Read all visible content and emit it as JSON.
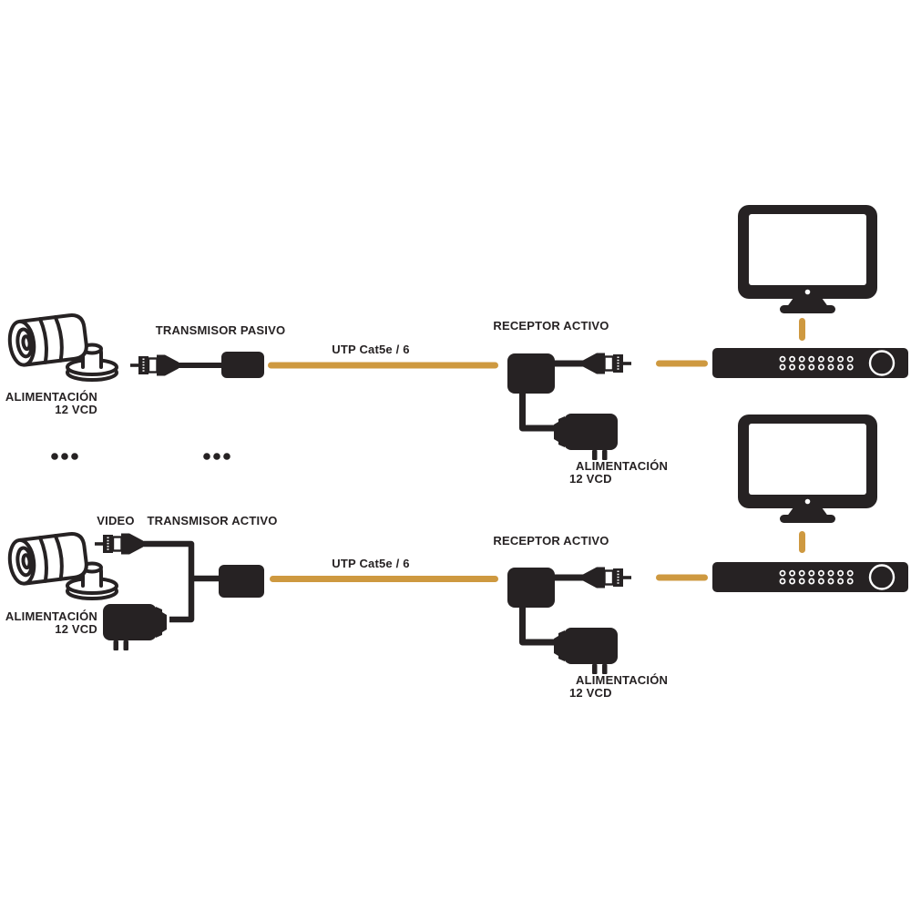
{
  "colors": {
    "ink": "#262223",
    "cable_orange": "#CE9940",
    "background": "#FFFFFF",
    "screen_white": "#FFFFFF"
  },
  "rows": {
    "row1": {
      "camera_power_line1": "ALIMENTACIÓN",
      "camera_power_line2": "12 VCD",
      "transmitter_label": "TRANSMISOR PASIVO",
      "cable_label": "UTP Cat5e / 6",
      "receiver_label": "RECEPTOR ACTIVO",
      "receiver_power_line1": "ALIMENTACIÓN",
      "receiver_power_line2": "12 VCD"
    },
    "row2": {
      "video_label": "VIDEO",
      "transmitter_label": "TRANSMISOR ACTIVO",
      "cable_label": "UTP Cat5e / 6",
      "receiver_label": "RECEPTOR ACTIVO",
      "camera_power_line1": "ALIMENTACIÓN",
      "camera_power_line2": "12 VCD",
      "receiver_power_line1": "ALIMENTACIÓN",
      "receiver_power_line2": "12 VCD"
    }
  },
  "icons": [
    "camera-icon",
    "bnc-connector-icon",
    "balun-box",
    "receiver-box",
    "power-adapter-icon",
    "monitor-icon",
    "dvr-icon",
    "utp-cable",
    "continuation-dots"
  ]
}
